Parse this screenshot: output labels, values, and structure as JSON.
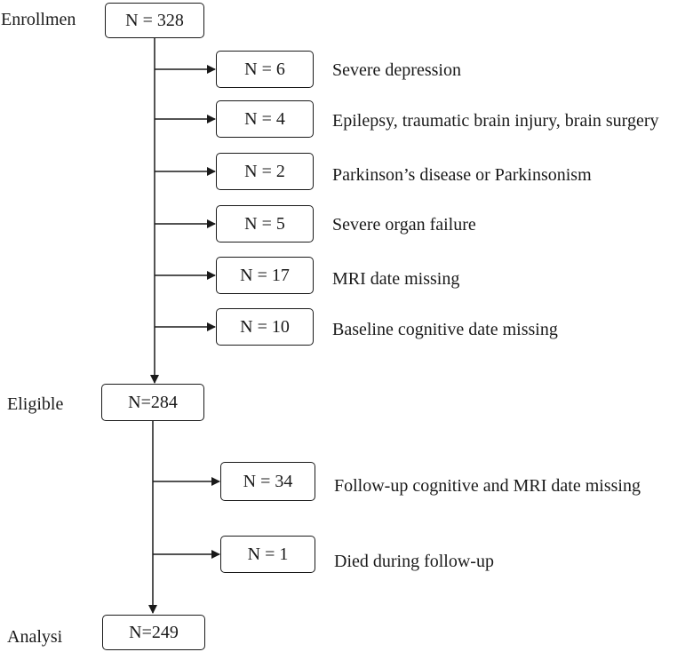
{
  "stages": {
    "enrollment": {
      "label": "Enrollmen",
      "count": "N = 328"
    },
    "eligible": {
      "label": "Eligible",
      "count": "N=284"
    },
    "analysis": {
      "label": "Analysi",
      "count": "N=249"
    }
  },
  "exclusions_before_eligibility": [
    {
      "count": "N = 6",
      "reason": "Severe depression"
    },
    {
      "count": "N = 4",
      "reason": "Epilepsy, traumatic brain injury, brain surgery"
    },
    {
      "count": "N = 2",
      "reason": "Parkinson’s disease or Parkinsonism"
    },
    {
      "count": "N = 5",
      "reason": "Severe organ failure"
    },
    {
      "count": "N = 17",
      "reason": "MRI date missing"
    },
    {
      "count": "N = 10",
      "reason": "Baseline cognitive date missing"
    }
  ],
  "exclusions_during_followup": [
    {
      "count": "N = 34",
      "reason": "Follow-up cognitive and MRI date missing"
    },
    {
      "count": "N = 1",
      "reason": "Died during follow-up"
    }
  ]
}
